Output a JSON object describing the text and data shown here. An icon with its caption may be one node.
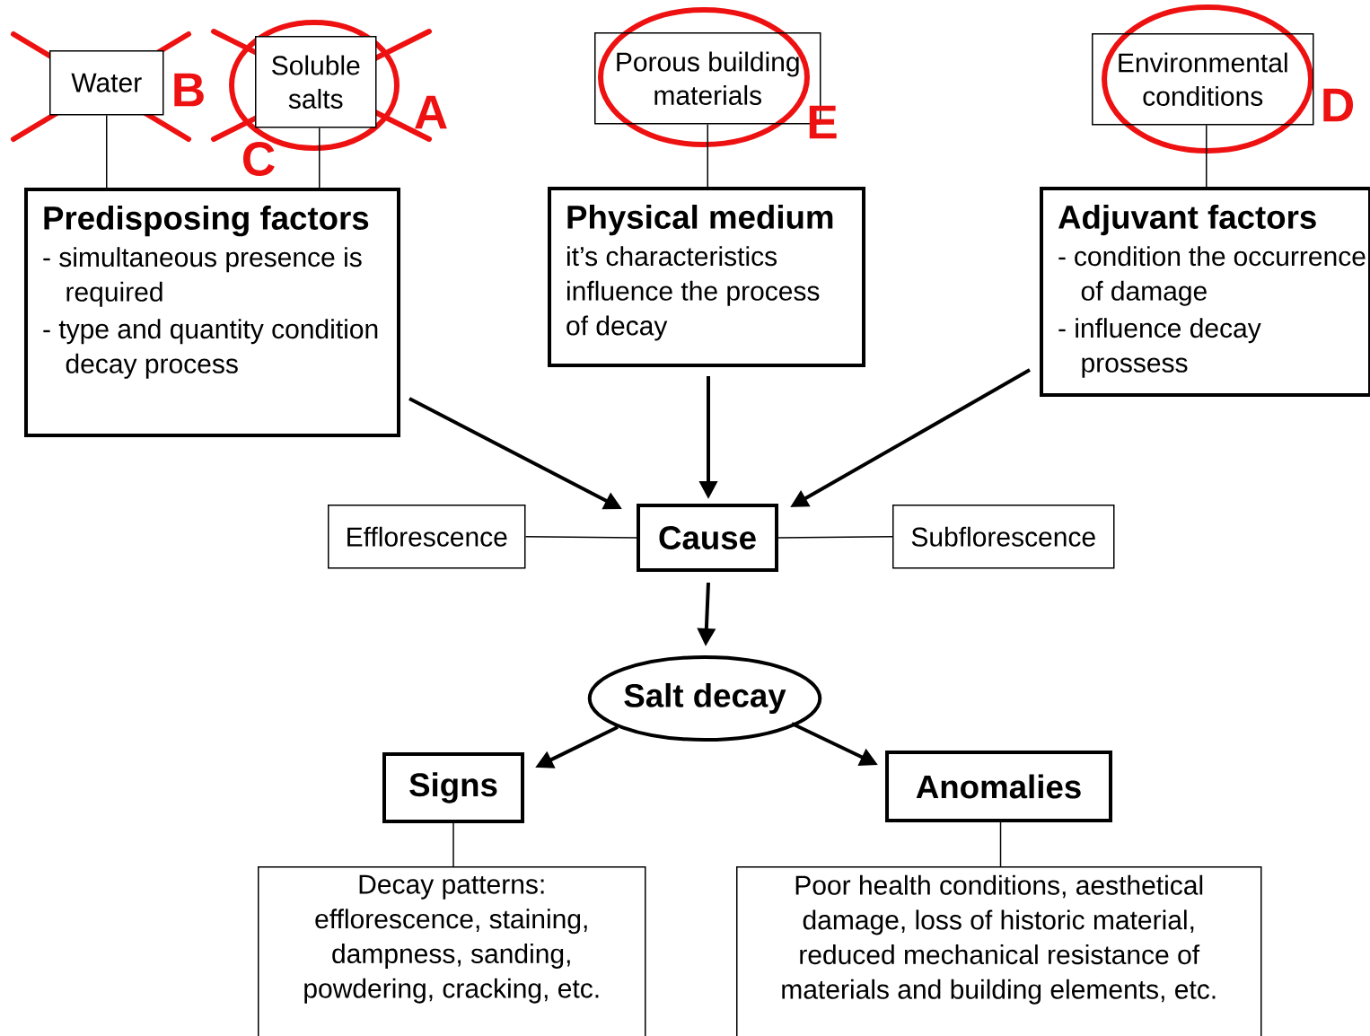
{
  "diagram": {
    "nodes": [
      {
        "text": [
          "Water"
        ]
      },
      {
        "text": [
          "Soluble salts"
        ]
      },
      {
        "text": [
          "Porous building materials"
        ]
      },
      {
        "text": [
          "Environmental conditions"
        ]
      },
      {
        "text": [
          "Predisposing factors",
          "- simultaneous presence is required",
          "- type and quantity condition decay process"
        ]
      },
      {
        "text": [
          "Physical medium",
          "it’s characteristics influence the process of decay"
        ]
      },
      {
        "text": [
          "Adjuvant factors",
          "- condition the occurrence of damage",
          "- influence decay prossess"
        ]
      },
      {
        "text": [
          "Efflorescence"
        ]
      },
      {
        "text": [
          "Cause"
        ]
      },
      {
        "text": [
          "Subflorescence"
        ]
      },
      {
        "text": [
          "Salt decay"
        ]
      },
      {
        "text": [
          "Signs"
        ]
      },
      {
        "text": [
          "Anomalies"
        ]
      },
      {
        "text": [
          "Decay patterns: efflorescence, staining, dampness, sanding, powdering, cracking, etc."
        ]
      },
      {
        "text": [
          "Poor health conditions, aesthetical damage, loss of historic material, reduced mechanical resistance of materials and building elements, etc."
        ]
      }
    ],
    "edges": [
      {
        "from": 0,
        "to": 4,
        "arrow": "none"
      },
      {
        "from": 1,
        "to": 4,
        "arrow": "none"
      },
      {
        "from": 2,
        "to": 5,
        "arrow": "none"
      },
      {
        "from": 3,
        "to": 6,
        "arrow": "none"
      },
      {
        "from": 4,
        "to": 8,
        "arrow": "to",
        "style": "thick"
      },
      {
        "from": 5,
        "to": 8,
        "arrow": "to",
        "style": "thick"
      },
      {
        "from": 6,
        "to": 8,
        "arrow": "to",
        "style": "thick"
      },
      {
        "from": 7,
        "to": 8,
        "arrow": "none"
      },
      {
        "from": 8,
        "to": 9,
        "arrow": "none"
      },
      {
        "from": 8,
        "to": 10,
        "arrow": "to",
        "style": "thick"
      },
      {
        "from": 10,
        "to": 11,
        "arrow": "to",
        "style": "thick"
      },
      {
        "from": 10,
        "to": 12,
        "arrow": "to",
        "style": "thick"
      },
      {
        "from": 11,
        "to": 13,
        "arrow": "none"
      },
      {
        "from": 12,
        "to": 14,
        "arrow": "none"
      }
    ],
    "labels": [
      "B",
      "A",
      "C",
      "E",
      "D"
    ]
  }
}
